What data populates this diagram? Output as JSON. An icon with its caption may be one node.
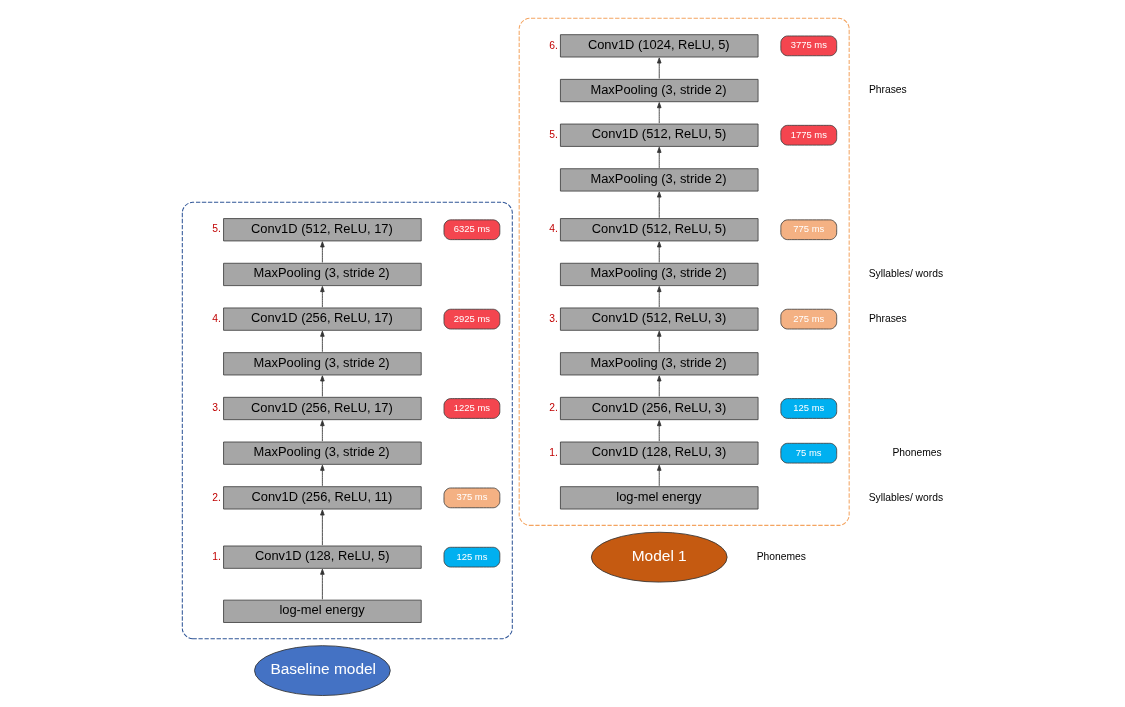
{
  "diagram": {
    "nodes": [
      {
        "text": [],
        "shape": "box"
      },
      {
        "text": [
          "Conv1D (512, ReLU, 17)"
        ],
        "beside": [
          "5."
        ],
        "in": 0
      },
      {
        "text": [
          "6325 ms"
        ],
        "in": 0
      },
      {
        "text": [
          "MaxPooling (3, stride 2)"
        ],
        "in": 0
      },
      {
        "text": [
          "Conv1D (256, ReLU, 17)"
        ],
        "beside": [
          "4."
        ],
        "in": 0
      },
      {
        "text": [
          "2925 ms"
        ],
        "in": 0
      },
      {
        "text": [
          "MaxPooling (3, stride 2)"
        ],
        "in": 0
      },
      {
        "text": [
          "Conv1D (256, ReLU, 17)"
        ],
        "beside": [
          "3."
        ],
        "in": 0
      },
      {
        "text": [
          "1225 ms"
        ],
        "in": 0
      },
      {
        "text": [
          "MaxPooling (3, stride 2)"
        ],
        "in": 0
      },
      {
        "text": [
          "Conv1D (256, ReLU, 11)"
        ],
        "beside": [
          "2."
        ],
        "in": 0
      },
      {
        "text": [
          "375 ms"
        ],
        "in": 0
      },
      {
        "text": [
          "Conv1D (128, ReLU, 5)"
        ],
        "beside": [
          "1."
        ],
        "in": 0
      },
      {
        "text": [
          "125 ms"
        ],
        "in": 0
      },
      {
        "text": [
          "log-mel energy"
        ],
        "in": 0
      },
      {
        "text": [
          "Baseline model"
        ]
      },
      {
        "text": [],
        "shape": "box"
      },
      {
        "text": [
          "Conv1D (1024, ReLU, 5)"
        ],
        "beside": [
          "6."
        ],
        "in": 16
      },
      {
        "text": [
          "3775 ms"
        ],
        "in": 16
      },
      {
        "text": [
          "MaxPooling (3, stride 2)"
        ],
        "in": 16
      },
      {
        "text": [
          "Conv1D (512, ReLU, 5)"
        ],
        "beside": [
          "5."
        ],
        "in": 16
      },
      {
        "text": [
          "1775 ms"
        ],
        "in": 16
      },
      {
        "text": [
          "MaxPooling (3, stride 2)"
        ],
        "in": 16
      },
      {
        "text": [
          "Conv1D (512, ReLU, 5)"
        ],
        "beside": [
          "4."
        ],
        "in": 16
      },
      {
        "text": [
          "775 ms"
        ],
        "in": 16
      },
      {
        "text": [
          "MaxPooling (3, stride 2)"
        ],
        "in": 16
      },
      {
        "text": [
          "Conv1D (512, ReLU, 3)"
        ],
        "beside": [
          "3."
        ],
        "in": 16
      },
      {
        "text": [
          "275 ms"
        ],
        "in": 16
      },
      {
        "text": [
          "MaxPooling (3, stride 2)"
        ],
        "in": 16
      },
      {
        "text": [
          "Conv1D (256, ReLU, 3)"
        ],
        "beside": [
          "2."
        ],
        "in": 16
      },
      {
        "text": [
          "125 ms"
        ],
        "in": 16
      },
      {
        "text": [
          "Conv1D (128, ReLU, 3)"
        ],
        "beside": [
          "1."
        ],
        "in": 16
      },
      {
        "text": [
          "75 ms"
        ],
        "in": 16
      },
      {
        "text": [
          "log-mel energy"
        ],
        "in": 16
      },
      {
        "text": [
          "Model 1"
        ]
      }
    ],
    "edges": [
      {
        "from": 14,
        "to": 12,
        "arrow": "to"
      },
      {
        "from": 12,
        "to": 10,
        "arrow": "to"
      },
      {
        "from": 10,
        "to": 9,
        "arrow": "to"
      },
      {
        "from": 9,
        "to": 7,
        "arrow": "to"
      },
      {
        "from": 7,
        "to": 6,
        "arrow": "to"
      },
      {
        "from": 6,
        "to": 4,
        "arrow": "to"
      },
      {
        "from": 4,
        "to": 3,
        "arrow": "to"
      },
      {
        "from": 3,
        "to": 1,
        "arrow": "to"
      },
      {
        "from": 33,
        "to": 31,
        "arrow": "to"
      },
      {
        "from": 31,
        "to": 29,
        "arrow": "to"
      },
      {
        "from": 29,
        "to": 28,
        "arrow": "to"
      },
      {
        "from": 28,
        "to": 26,
        "arrow": "to"
      },
      {
        "from": 26,
        "to": 25,
        "arrow": "to"
      },
      {
        "from": 25,
        "to": 23,
        "arrow": "to"
      },
      {
        "from": 23,
        "to": 22,
        "arrow": "to"
      },
      {
        "from": 22,
        "to": 20,
        "arrow": "to"
      },
      {
        "from": 20,
        "to": 19,
        "arrow": "to"
      },
      {
        "from": 19,
        "to": 17,
        "arrow": "to"
      }
    ],
    "labels": [
      "Phrases",
      "Syllables/ words",
      "Phonemes",
      "Phrases",
      "Syllables/ words",
      "Phonemes"
    ]
  }
}
